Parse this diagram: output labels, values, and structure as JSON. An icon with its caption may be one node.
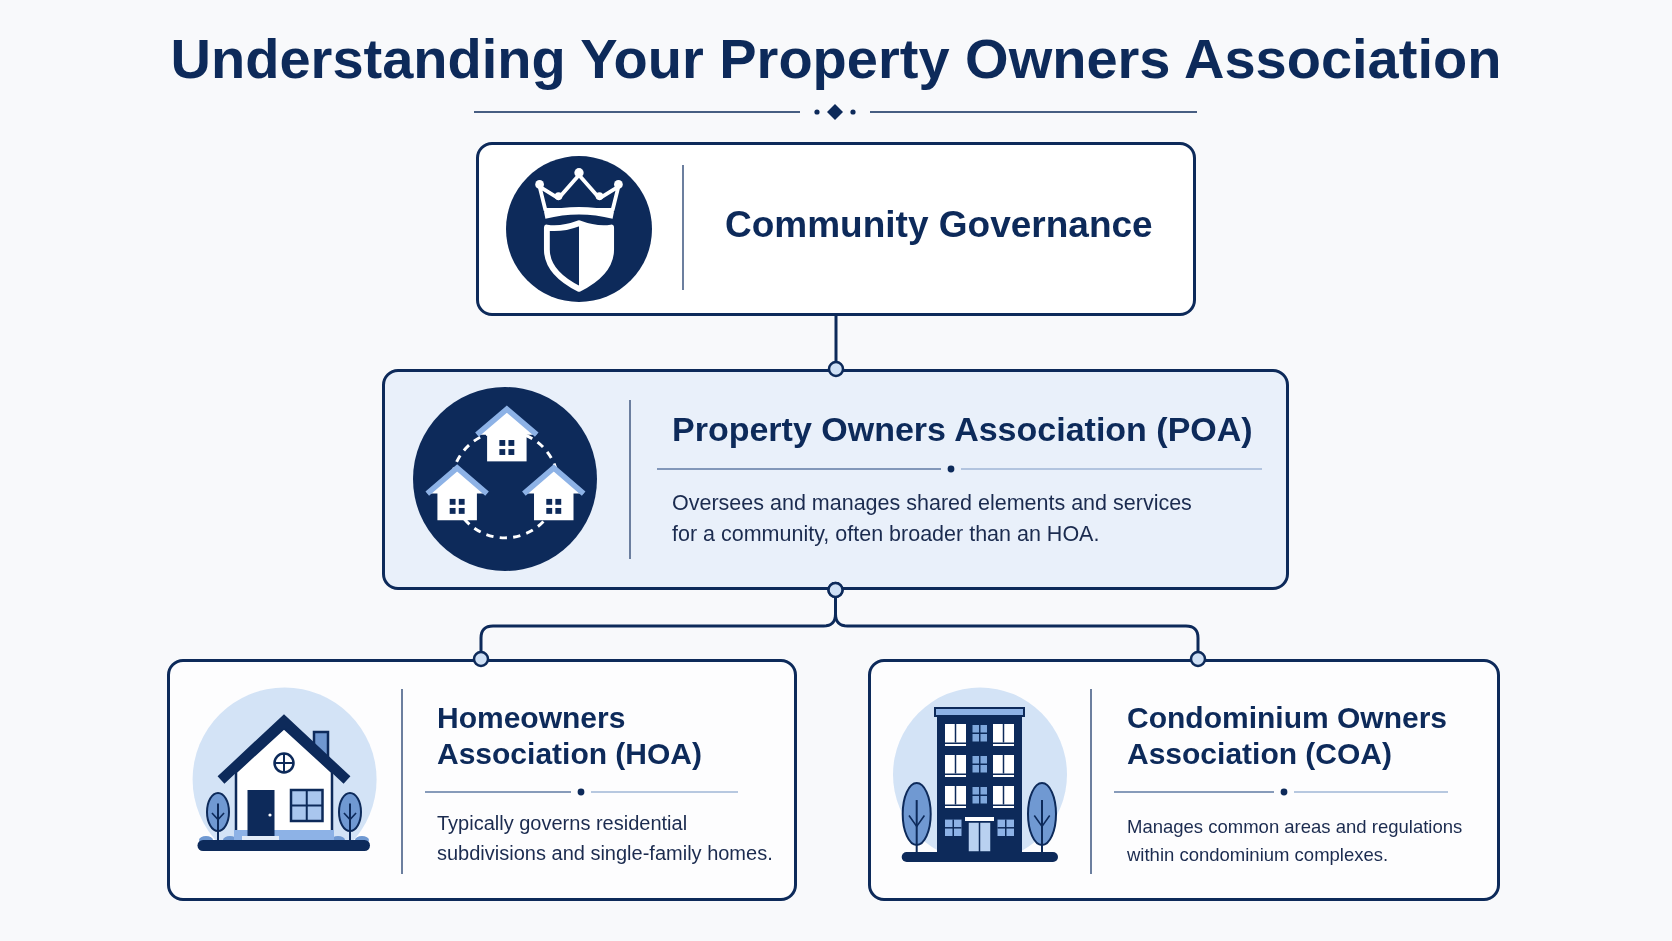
{
  "diagram": {
    "title": "Understanding Your Property Owners Association",
    "nodes": [
      {
        "text": [
          "Community Governance"
        ]
      },
      {
        "text": [
          "Property Owners Association (POA)",
          "Oversees and manages shared elements and services for a community, often broader than an HOA."
        ]
      },
      {
        "text": [
          "Homeowners Association (HOA)",
          "Typically governs residential subdivisions and single-family homes."
        ]
      },
      {
        "text": [
          "Condominium Owners Association (COA)",
          "Manages common areas and regulations within condominium complexes."
        ]
      }
    ],
    "edges": [
      {
        "from": 0,
        "to": 1,
        "arrow": "other"
      },
      {
        "from": 1,
        "to": 2,
        "arrow": "other"
      },
      {
        "from": 1,
        "to": 3,
        "arrow": "other"
      }
    ]
  }
}
